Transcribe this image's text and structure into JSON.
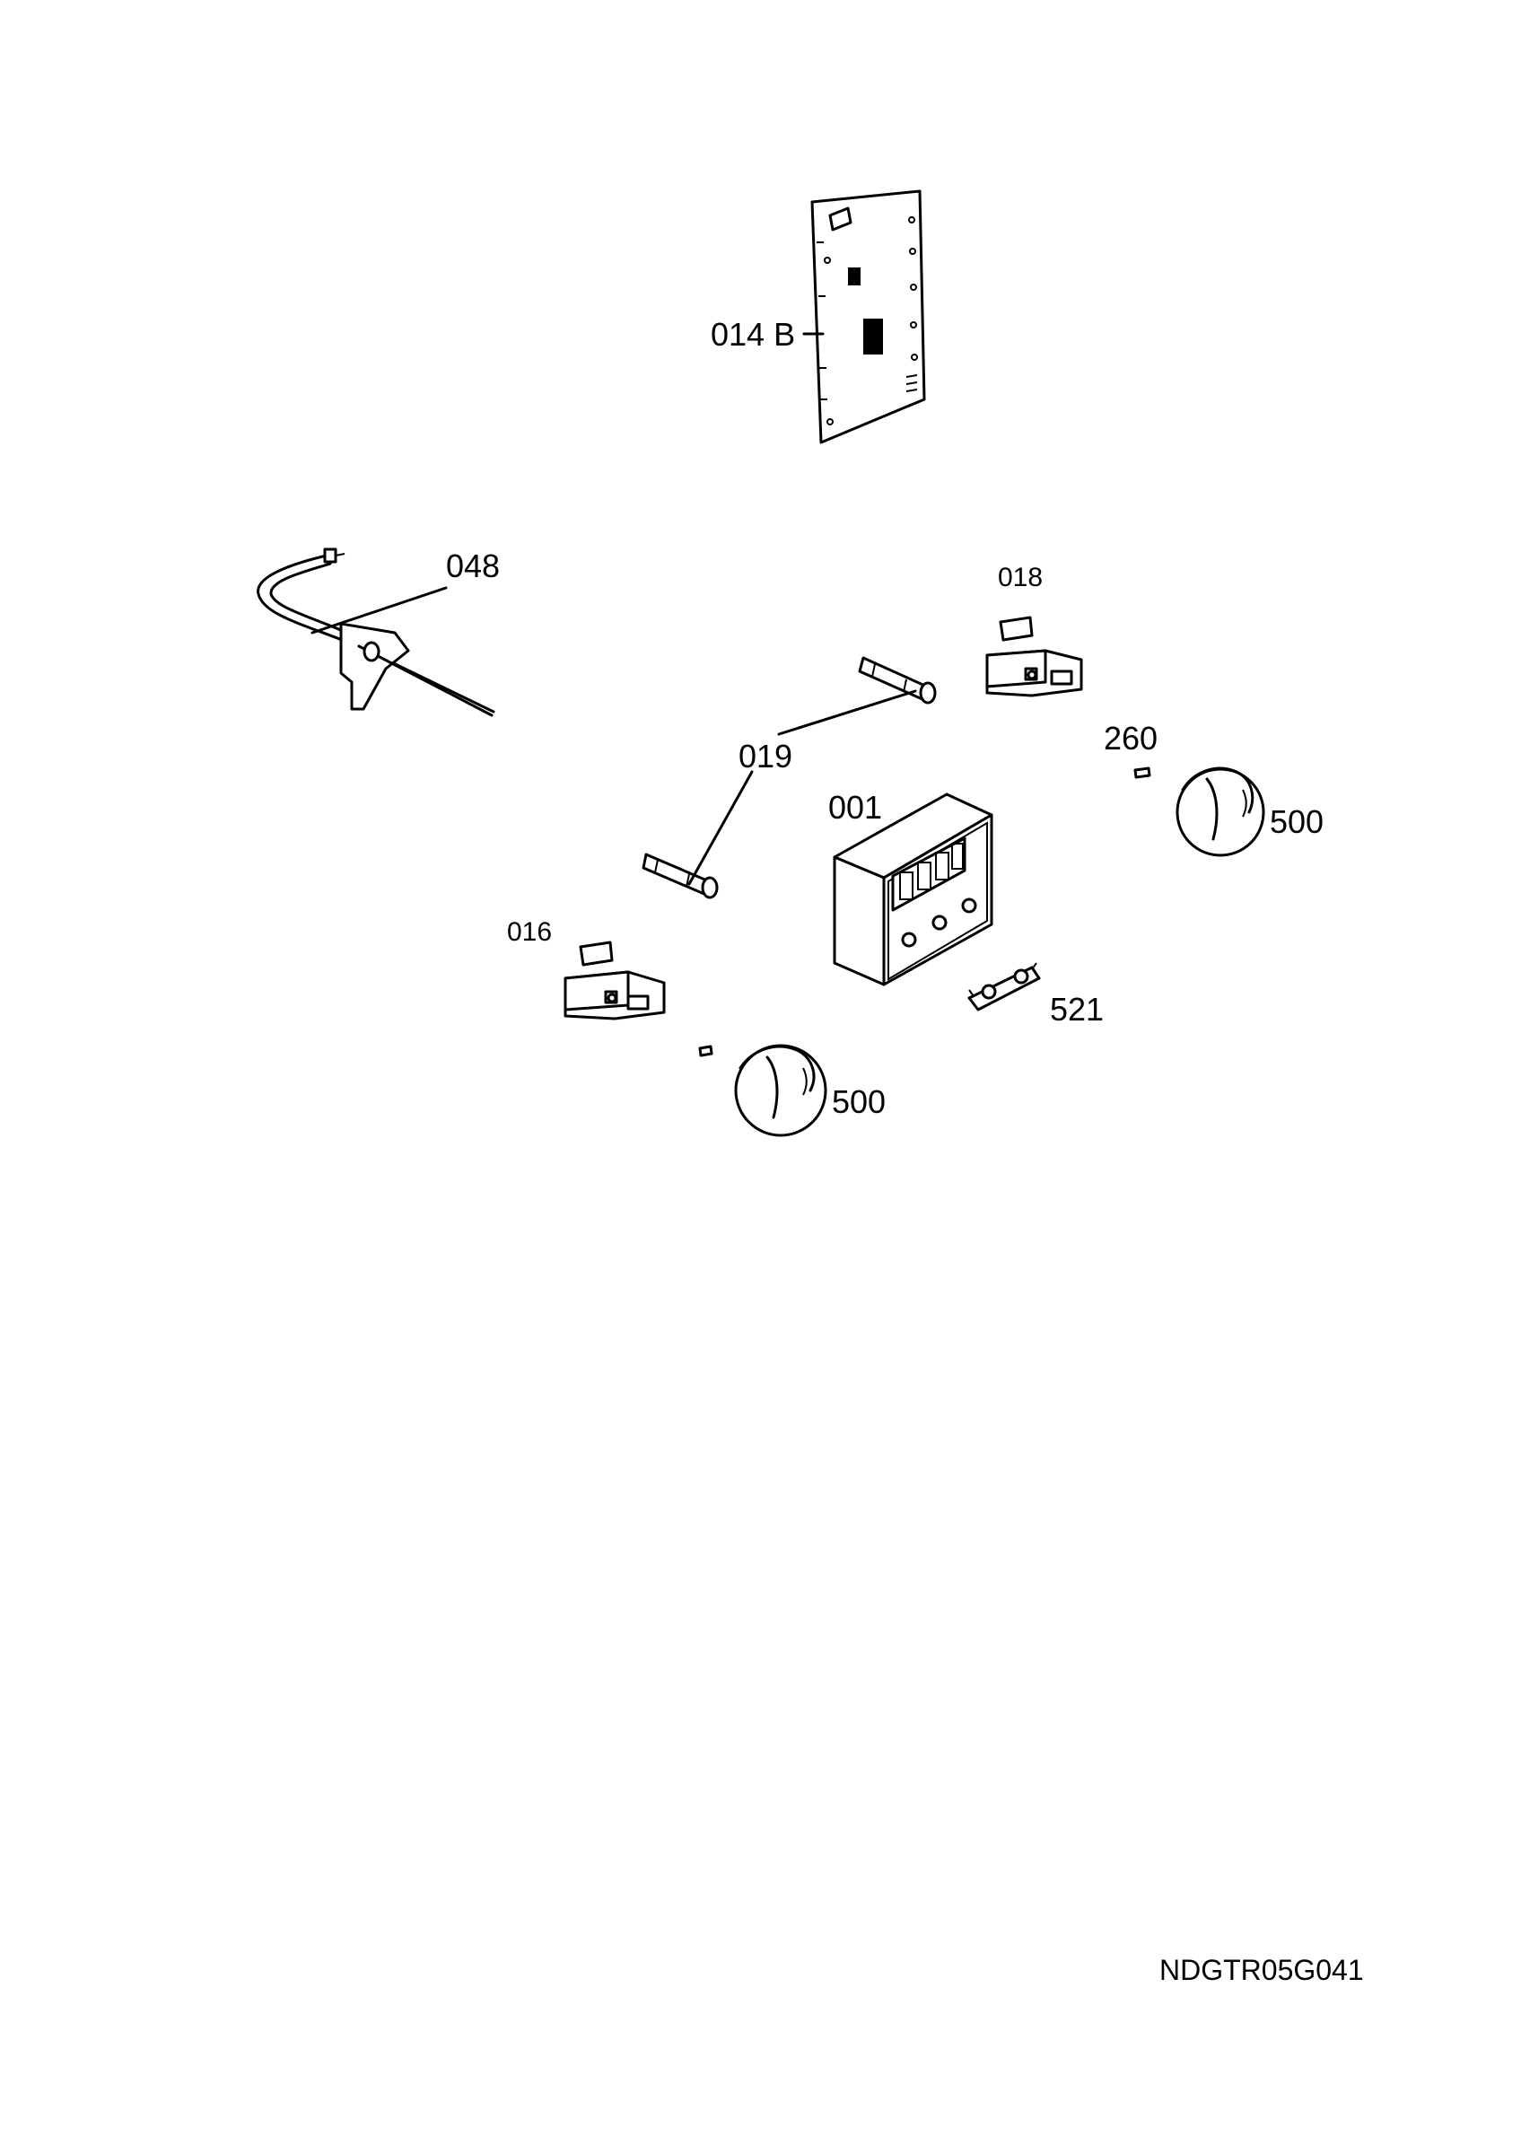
{
  "labels": {
    "part_014b": "014 B",
    "part_048": "048",
    "part_018": "018",
    "part_019": "019",
    "part_260": "260",
    "part_001": "001",
    "part_500_right": "500",
    "part_016": "016",
    "part_521": "521",
    "part_500_left": "500"
  },
  "reference": "NDGTR05G041"
}
